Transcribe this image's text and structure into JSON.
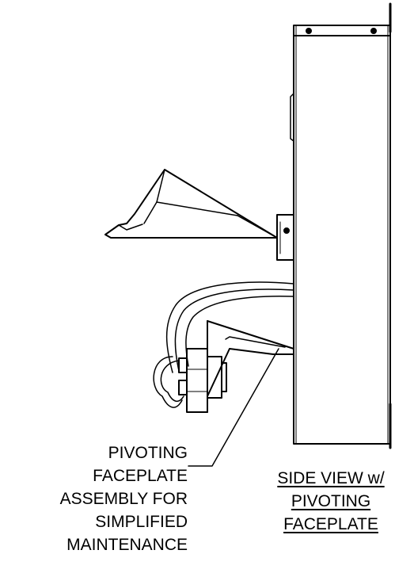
{
  "callout": {
    "lines": [
      "PIVOTING",
      "FACEPLATE",
      "ASSEMBLY FOR",
      "SIMPLIFIED",
      "MAINTENANCE"
    ]
  },
  "view_title": {
    "lines": [
      "SIDE VIEW w/",
      "PIVOTING",
      "FACEPLATE"
    ]
  },
  "colors": {
    "line": "#000000",
    "background": "#ffffff"
  }
}
